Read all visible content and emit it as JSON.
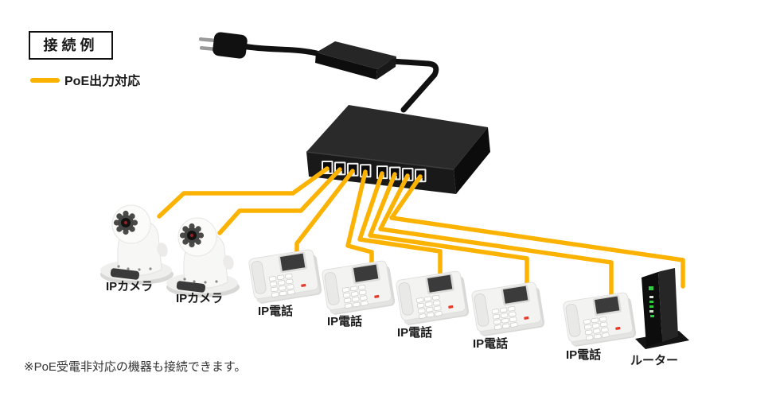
{
  "title": "接続例",
  "legend": {
    "label": "PoE出力対応",
    "line_color": "#FBB200"
  },
  "footnote": "※PoE受電非対応の機器も接続できます。",
  "colors": {
    "cable": "#FBB200",
    "switch_body": "#1a1a1a",
    "led_green": "#2ecc40",
    "led_red": "#e8392a"
  },
  "switch": {
    "port_count": 8
  },
  "devices": {
    "cameras": [
      {
        "label": "IPカメラ"
      },
      {
        "label": "IPカメラ"
      }
    ],
    "phones": [
      {
        "label": "IP電話"
      },
      {
        "label": "IP電話"
      },
      {
        "label": "IP電話"
      },
      {
        "label": "IP電話"
      },
      {
        "label": "IP電話"
      }
    ],
    "router": {
      "label": "ルーター"
    }
  }
}
